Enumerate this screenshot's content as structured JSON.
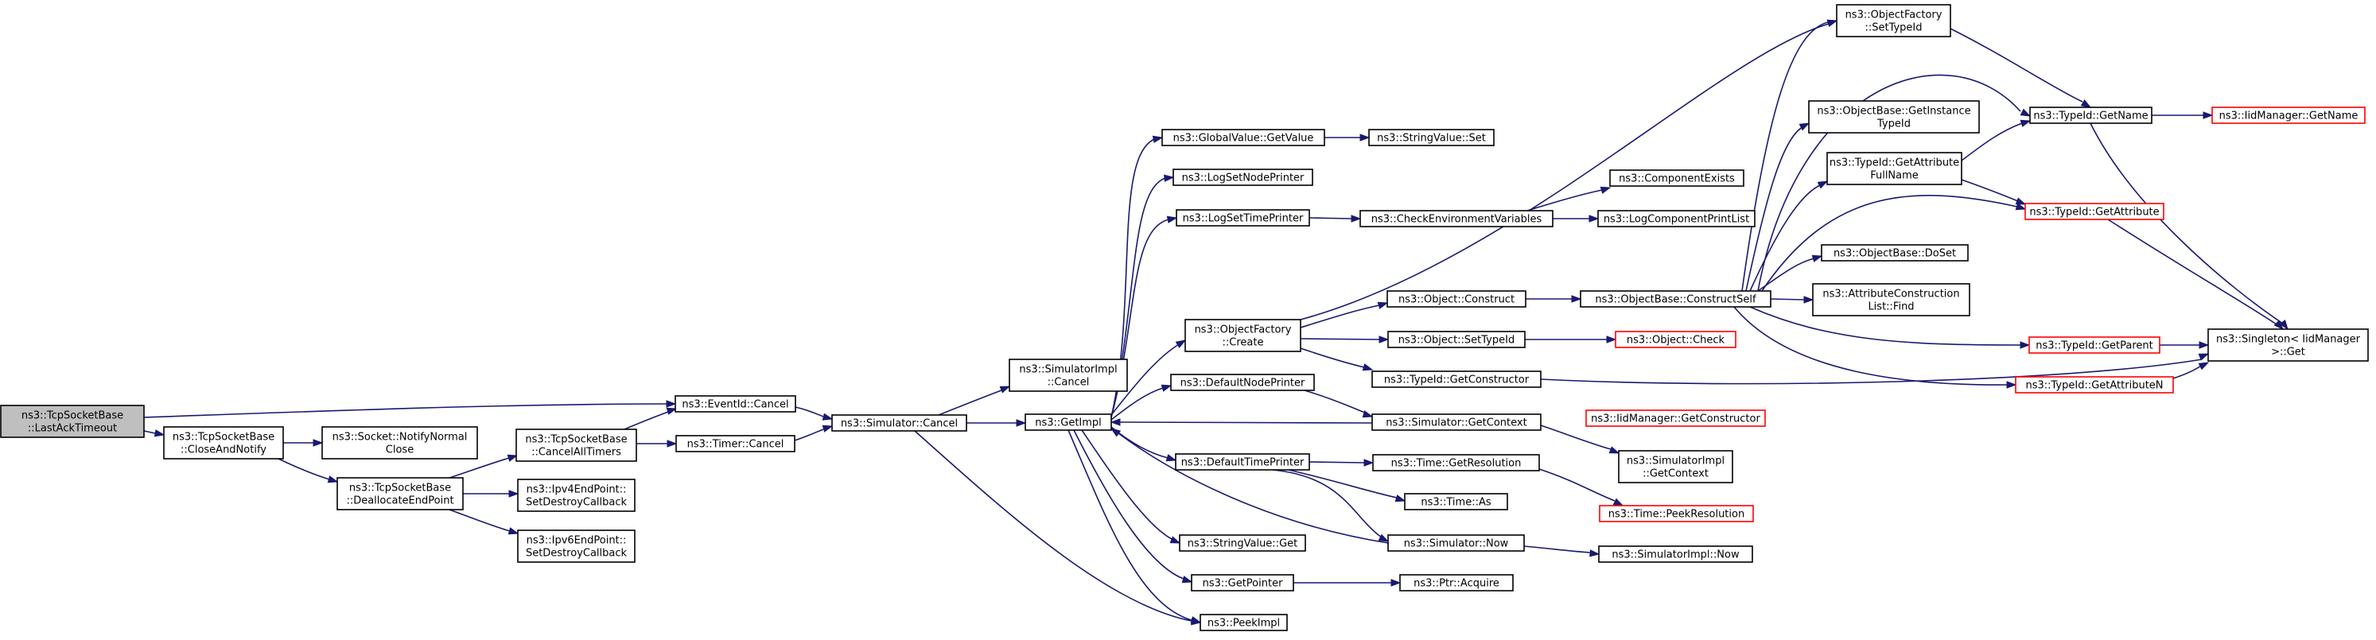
{
  "colors": {
    "edge": "#191970",
    "node_border": "#000000",
    "red_border": "#ff0000",
    "root_fill": "#bfbfbf"
  },
  "nodes": {
    "n_root": [
      "ns3::TcpSocketBase",
      "::LastAckTimeout"
    ],
    "n_closeandnotify": [
      "ns3::TcpSocketBase",
      "::CloseAndNotify"
    ],
    "n_eventid_cancel": [
      "ns3::EventId::Cancel"
    ],
    "n_socket_notifynormalclose": [
      "ns3::Socket::NotifyNormal",
      "Close"
    ],
    "n_deallocateendpoint": [
      "ns3::TcpSocketBase",
      "::DeallocateEndPoint"
    ],
    "n_cancelalltimers": [
      "ns3::TcpSocketBase",
      "::CancelAllTimers"
    ],
    "n_timer_cancel": [
      "ns3::Timer::Cancel"
    ],
    "n_ipv4_setdestroy": [
      "ns3::Ipv4EndPoint::",
      "SetDestroyCallback"
    ],
    "n_ipv6_setdestroy": [
      "ns3::Ipv6EndPoint::",
      "SetDestroyCallback"
    ],
    "n_simulator_cancel": [
      "ns3::Simulator::Cancel"
    ],
    "n_simulatorimpl_cancel": [
      "ns3::SimulatorImpl",
      "::Cancel"
    ],
    "n_getimpl": [
      "ns3::GetImpl"
    ],
    "n_peekimpl": [
      "ns3::PeekImpl"
    ],
    "n_globalvalue_getvalue": [
      "ns3::GlobalValue::GetValue"
    ],
    "n_logsetnodeprinter": [
      "ns3::LogSetNodePrinter"
    ],
    "n_logsettimeprinter": [
      "ns3::LogSetTimePrinter"
    ],
    "n_objectfactory_create": [
      "ns3::ObjectFactory",
      "::Create"
    ],
    "n_defaultnodeprinter": [
      "ns3::DefaultNodePrinter"
    ],
    "n_defaulttimeprinter": [
      "ns3::DefaultTimePrinter"
    ],
    "n_stringvalue_get": [
      "ns3::StringValue::Get"
    ],
    "n_getpointer": [
      "ns3::GetPointer"
    ],
    "n_stringvalue_set": [
      "ns3::StringValue::Set"
    ],
    "n_checkenvvars": [
      "ns3::CheckEnvironmentVariables"
    ],
    "n_componentexists": [
      "ns3::ComponentExists"
    ],
    "n_logcomponentprintlist": [
      "ns3::LogComponentPrintList"
    ],
    "n_object_construct": [
      "ns3::Object::Construct"
    ],
    "n_object_settypeid": [
      "ns3::Object::SetTypeId"
    ],
    "n_typeid_getconstructor": [
      "ns3::TypeId::GetConstructor"
    ],
    "n_simulator_getcontext": [
      "ns3::Simulator::GetContext"
    ],
    "n_time_getresolution": [
      "ns3::Time::GetResolution"
    ],
    "n_time_as": [
      "ns3::Time::As"
    ],
    "n_simulator_now": [
      "ns3::Simulator::Now"
    ],
    "n_ptr_acquire": [
      "ns3::Ptr::Acquire"
    ],
    "n_objectbase_constructself": [
      "ns3::ObjectBase::ConstructSelf"
    ],
    "n_object_check": [
      "ns3::Object::Check"
    ],
    "n_iidmanager_getconstructor": [
      "ns3::IidManager::GetConstructor"
    ],
    "n_simulatorimpl_getcontext": [
      "ns3::SimulatorImpl",
      "::GetContext"
    ],
    "n_time_peekresolution": [
      "ns3::Time::PeekResolution"
    ],
    "n_simulatorimpl_now": [
      "ns3::SimulatorImpl::Now"
    ],
    "n_objectfactory_settypeid": [
      "ns3::ObjectFactory",
      "::SetTypeId"
    ],
    "n_objectbase_getinstancetypeid": [
      "ns3::ObjectBase::GetInstance",
      "TypeId"
    ],
    "n_typeid_getattributefullname": [
      "ns3::TypeId::GetAttribute",
      "FullName"
    ],
    "n_objectbase_doset": [
      "ns3::ObjectBase::DoSet"
    ],
    "n_attrconstructionlist_find": [
      "ns3::AttributeConstruction",
      "List::Find"
    ],
    "n_typeid_getname": [
      "ns3::TypeId::GetName"
    ],
    "n_typeid_getattribute": [
      "ns3::TypeId::GetAttribute"
    ],
    "n_typeid_getparent": [
      "ns3::TypeId::GetParent"
    ],
    "n_typeid_getattributen": [
      "ns3::TypeId::GetAttributeN"
    ],
    "n_iidmanager_getname": [
      "ns3::IidManager::GetName"
    ],
    "n_singleton_get": [
      "ns3::Singleton< IidManager",
      " >::Get"
    ]
  }
}
